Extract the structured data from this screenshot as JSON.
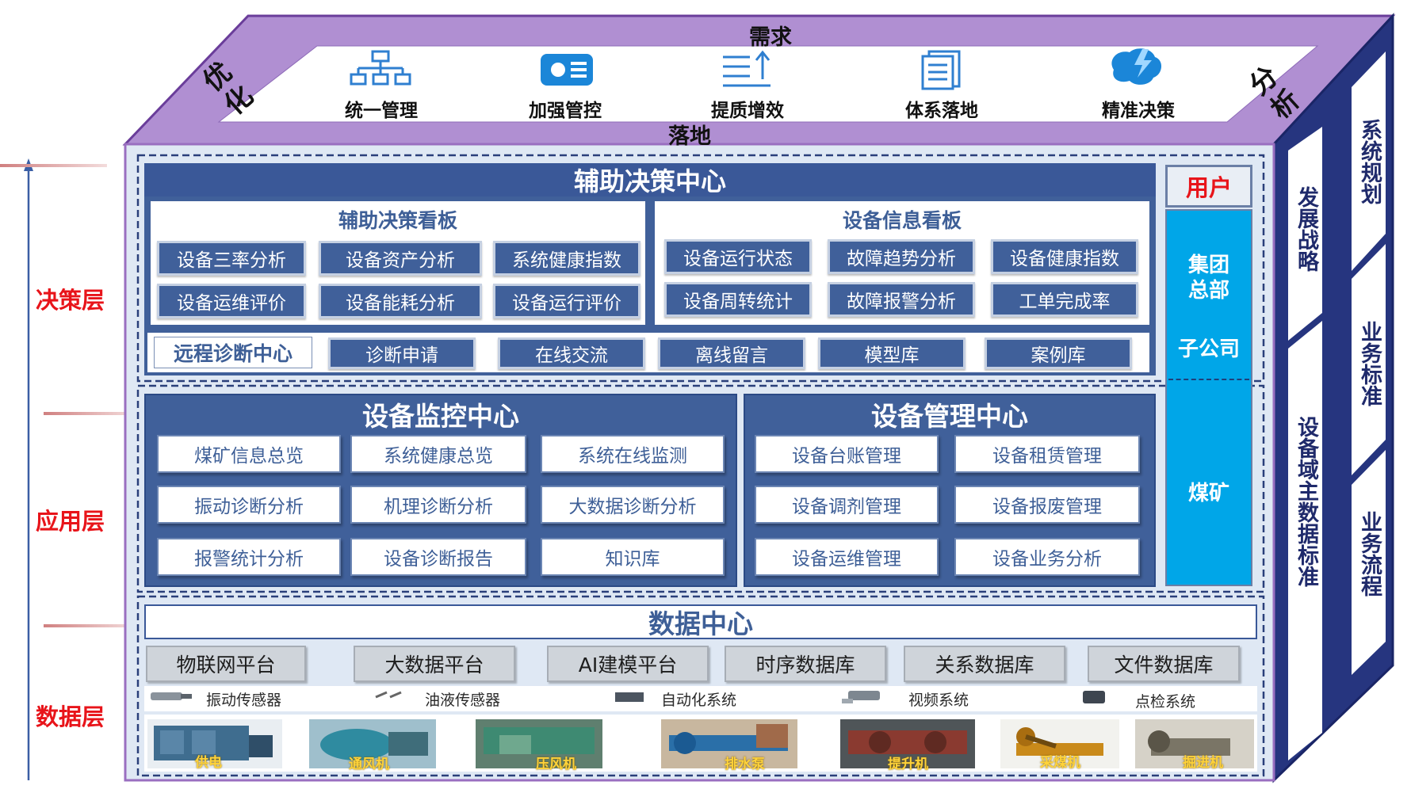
{
  "top_face": {
    "top_label": "需求",
    "bottom_label": "落地",
    "left_label": "优化",
    "right_label": "分析",
    "items": [
      {
        "icon": "org-chart-icon",
        "label": "统一管理"
      },
      {
        "icon": "control-panel-icon",
        "label": "加强管控"
      },
      {
        "icon": "list-upload-icon",
        "label": "提质增效"
      },
      {
        "icon": "document-icon",
        "label": "体系落地"
      },
      {
        "icon": "brain-icon",
        "label": "精准决策"
      }
    ]
  },
  "layers": {
    "decision": "决策层",
    "application": "应用层",
    "data": "数据层"
  },
  "decision_center": {
    "title": "辅助决策中心",
    "board1": {
      "title": "辅助决策看板",
      "items": [
        "设备三率分析",
        "设备资产分析",
        "系统健康指数",
        "设备运维评价",
        "设备能耗分析",
        "设备运行评价"
      ]
    },
    "board2": {
      "title": "设备信息看板",
      "items": [
        "设备运行状态",
        "故障趋势分析",
        "设备健康指数",
        "设备周转统计",
        "故障报警分析",
        "工单完成率"
      ]
    },
    "remote": {
      "title": "远程诊断中心",
      "items": [
        "诊断申请",
        "在线交流",
        "离线留言",
        "模型库",
        "案例库"
      ]
    }
  },
  "monitor_center": {
    "title": "设备监控中心",
    "items": [
      "煤矿信息总览",
      "系统健康总览",
      "系统在线监测",
      "振动诊断分析",
      "机理诊断分析",
      "大数据诊断分析",
      "报警统计分析",
      "设备诊断报告",
      "知识库"
    ]
  },
  "management_center": {
    "title": "设备管理中心",
    "items": [
      "设备台账管理",
      "设备租赁管理",
      "设备调剂管理",
      "设备报废管理",
      "设备运维管理",
      "设备业务分析"
    ]
  },
  "users": {
    "title": "用户",
    "group": "集团总部",
    "subsidiary": "子公司",
    "mine": "煤矿"
  },
  "data_center": {
    "title": "数据中心",
    "platforms": [
      "物联网平台",
      "大数据平台",
      "AI建模平台",
      "时序数据库",
      "关系数据库",
      "文件数据库"
    ],
    "sensors": [
      "振动传感器",
      "油液传感器",
      "自动化系统",
      "视频系统",
      "点检系统"
    ],
    "equipment": [
      "供电",
      "通风机",
      "压风机",
      "排水泵",
      "提升机",
      "采煤机",
      "掘进机"
    ]
  },
  "right_face": {
    "inner": [
      "发展战略",
      "设备域主数据标准"
    ],
    "outer": [
      "系统规划",
      "业务标准",
      "业务流程"
    ]
  },
  "colors": {
    "purple": "#9a6fc0",
    "navy": "#2b3b8c",
    "blue_panel": "#40609a",
    "cyan": "#00a6e8",
    "red": "#e8141a"
  }
}
